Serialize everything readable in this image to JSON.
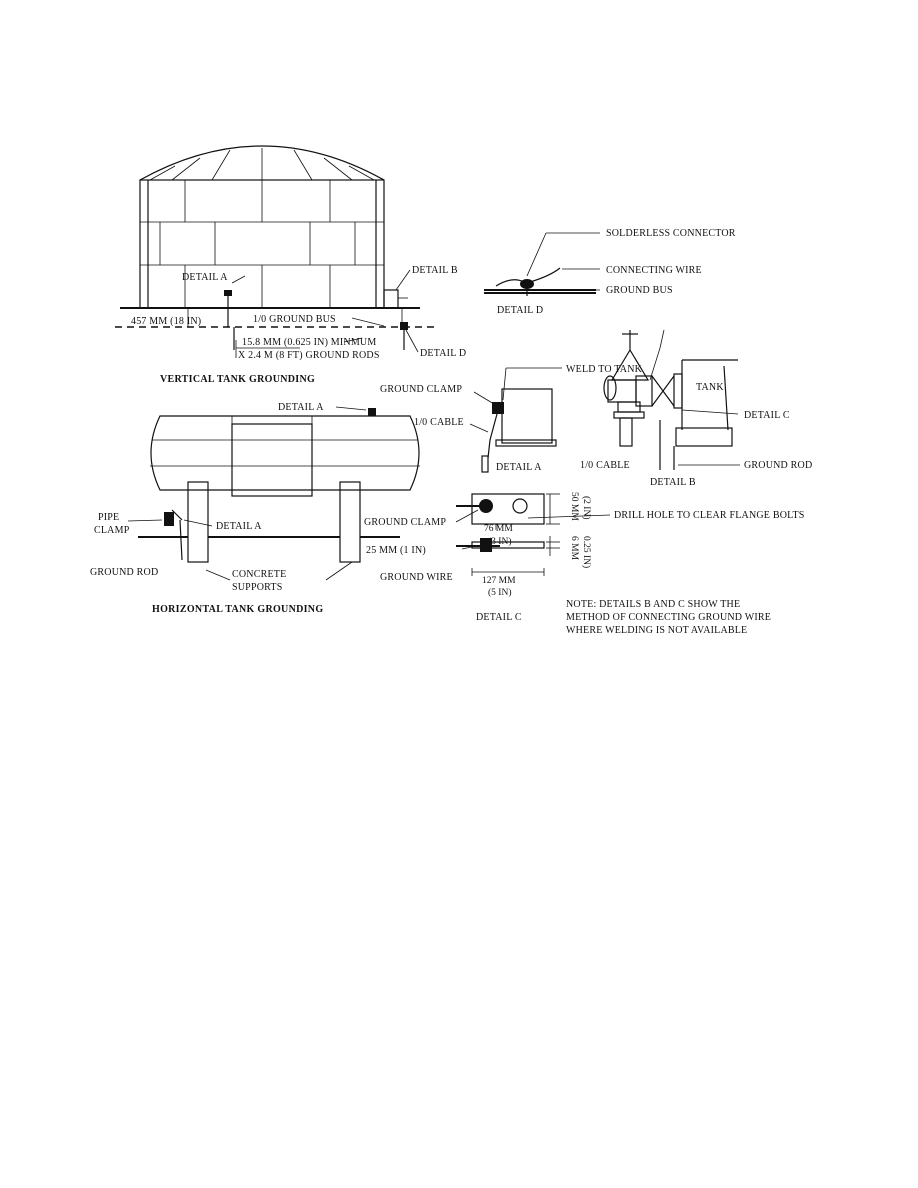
{
  "vertical_tank": {
    "title": "VERTICAL TANK GROUNDING",
    "detail_a": "DETAIL A",
    "detail_b": "DETAIL B",
    "detail_d": "DETAIL D",
    "depth": "457 MM (18 IN)",
    "ground_bus": "1/0 GROUND BUS",
    "rod_diameter": "15.8 MM (0.625 IN) MINMUM",
    "rod_length": "X 2.4 M (8 FT) GROUND RODS"
  },
  "detail_d": {
    "solderless_connector": "SOLDERLESS CONNECTOR",
    "connecting_wire": "CONNECTING WIRE",
    "ground_bus": "GROUND BUS",
    "caption": "DETAIL D"
  },
  "detail_a": {
    "weld_to_tank": "WELD TO TANK",
    "ground_clamp": "GROUND CLAMP",
    "cable": "1/0 CABLE",
    "caption": "DETAIL A"
  },
  "detail_b": {
    "tank": "TANK",
    "detail_c_ref": "DETAIL C",
    "cable": "1/0 CABLE",
    "ground_rod": "GROUND ROD",
    "caption": "DETAIL B"
  },
  "horizontal_tank": {
    "title": "HORIZONTAL TANK GROUNDING",
    "detail_a_top": "DETAIL A",
    "detail_a_side": "DETAIL A",
    "pipe": "PIPE",
    "clamp": "CLAMP",
    "ground_rod": "GROUND ROD",
    "concrete": "CONCRETE",
    "supports": "SUPPORTS"
  },
  "detail_c": {
    "ground_clamp": "GROUND CLAMP",
    "drill_hole": "DRILL HOLE TO CLEAR FLANGE BOLTS",
    "width_76": "76 MM",
    "width_76_in": "(3 IN)",
    "height_50": "50 MM",
    "height_50_in": "(2 IN)",
    "dim_25": "25 MM (1 IN)",
    "thick_6": "6 MM",
    "thick_6_in": "0.25 IN)",
    "ground_wire": "GROUND WIRE",
    "width_127": "127 MM",
    "width_127_in": "(5 IN)",
    "caption": "DETAIL C"
  },
  "note": {
    "line1": "NOTE: DETAILS B AND C SHOW THE",
    "line2": "METHOD OF CONNECTING GROUND WIRE",
    "line3": "WHERE WELDING IS NOT AVAILABLE"
  }
}
